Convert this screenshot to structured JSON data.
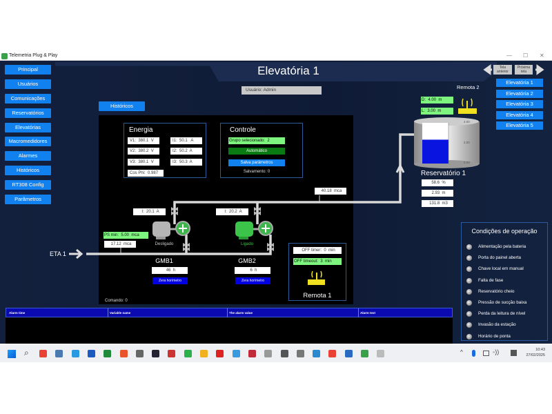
{
  "window": {
    "title": "Telemetria Plug & Play",
    "controls": [
      "—",
      "☐",
      "✕"
    ]
  },
  "header": {
    "title": "Elevatória 1",
    "user": "Usuário: Admin",
    "prev_label": "Tela anterior",
    "next_label": "Próxima tela"
  },
  "sidebar": {
    "items": [
      {
        "label": "Principal"
      },
      {
        "label": "Usuários"
      },
      {
        "label": "Comunicações"
      },
      {
        "label": "Reservatórios"
      },
      {
        "label": "Elevatórias"
      },
      {
        "label": "Macromedidores"
      },
      {
        "label": "Alarmes"
      },
      {
        "label": "Históricos"
      },
      {
        "label": "RT308  Config"
      },
      {
        "label": "Parâmetros"
      }
    ]
  },
  "right_nav": {
    "items": [
      {
        "label": "Elevatória  1"
      },
      {
        "label": "Elevatória  2"
      },
      {
        "label": "Elevatória  3"
      },
      {
        "label": "Elevatória  4"
      },
      {
        "label": "Elevatória  5"
      }
    ]
  },
  "historicos_button": "Históricos",
  "energia": {
    "title": "Energia",
    "v1": "V1:  380.1  V",
    "v2": "V2:  380.2  V",
    "v3": "V3:  380.1  V",
    "i1": "I1:  50.1   A",
    "i2": "I2:  50.2  A",
    "i3": "I3:  50.3  A",
    "cosphi": "Cos Phi:  0.987"
  },
  "controle": {
    "title": "Controle",
    "grupo": "Grupo selecionado:  2",
    "mode": "Automático",
    "save": "Salva  parâmetros",
    "salvamento": "Salvamento:   0"
  },
  "hydraulics": {
    "eta_label": "ETA 1",
    "discharge_pressure": "40.18  mca",
    "ps_min": "PS min:  5.00  mca",
    "suction_pressure": "17.12  mca",
    "comando": "Comando:  0"
  },
  "pumps": [
    {
      "name": "GMB1",
      "current": "I:  20.1  A",
      "status": "Desligado",
      "hours": "46  h",
      "reset": "Zera  horímetro",
      "color": "#b0b0b0"
    },
    {
      "name": "GMB2",
      "current": "I:  20.2  A",
      "status": "Ligado",
      "hours": "6  h",
      "reset": "Zera  horímetro",
      "color": "#3cc44a"
    }
  ],
  "remota1": {
    "label": "Remota 1",
    "off_timer": "OFF timer:  0  min",
    "off_timeout": "OFF timeout:  3  min"
  },
  "remota2": {
    "label": "Remota 2",
    "d": "D:  4.00  m",
    "l": "L:  3.00  m"
  },
  "reservatorio": {
    "label": "Reservatório 1",
    "percent": "58.6  %",
    "level": "2.93  m",
    "volume": "131.8  m3",
    "fill_fraction": 0.586,
    "scale": [
      "4.00",
      "2.00",
      "0.00"
    ]
  },
  "alarm_table": {
    "columns": [
      "Alarm time",
      "Variable name",
      "The alarm value",
      "Alarm text"
    ]
  },
  "conditions": {
    "title": "Condições de operação",
    "items": [
      "Alimentação pela bateria",
      "Porta do painel aberta",
      "Chave local em manual",
      "Falta de fase",
      "Reservatório cheio",
      "Pressão de sucção baixa",
      "Perda da leitura de nível",
      "Invasão da estação",
      "Horário de ponta"
    ]
  },
  "taskbar": {
    "time": "10:43",
    "date": "27/02/2025"
  },
  "colors": {
    "accent": "#1281f0",
    "background": "#0f1b36",
    "green_box": "#7ef57e",
    "tank_water": "#0a14e0"
  }
}
